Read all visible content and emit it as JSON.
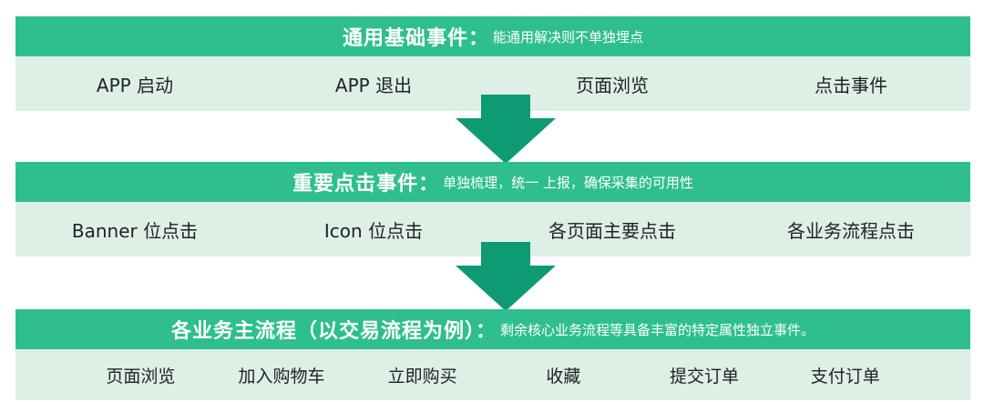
{
  "sections": [
    {
      "title": "通用基础事件：",
      "desc": "能通用解决则不单独埋点",
      "items": [
        "APP 启动",
        "APP 退出",
        "页面浏览",
        "点击事件"
      ]
    },
    {
      "title": "重要点击事件：",
      "desc": "单独梳理，统一 上报，确保采集的可用性",
      "items": [
        "Banner 位点击",
        "Icon 位点击",
        "各页面主要点击",
        "各业务流程点击"
      ]
    },
    {
      "title": "各业务主流程（以交易流程为例）：",
      "desc": "剩余核心业务流程等具备丰富的特定属性独立事件。",
      "items": [
        "页面浏览",
        "加入购物车",
        "立即购买",
        "收藏",
        "提交订单",
        "支付订单"
      ]
    }
  ],
  "colors": {
    "header": "#2fbf8f",
    "row": "#deefe6",
    "arrow": "#0e9a73",
    "header_text": "#ffffff"
  }
}
